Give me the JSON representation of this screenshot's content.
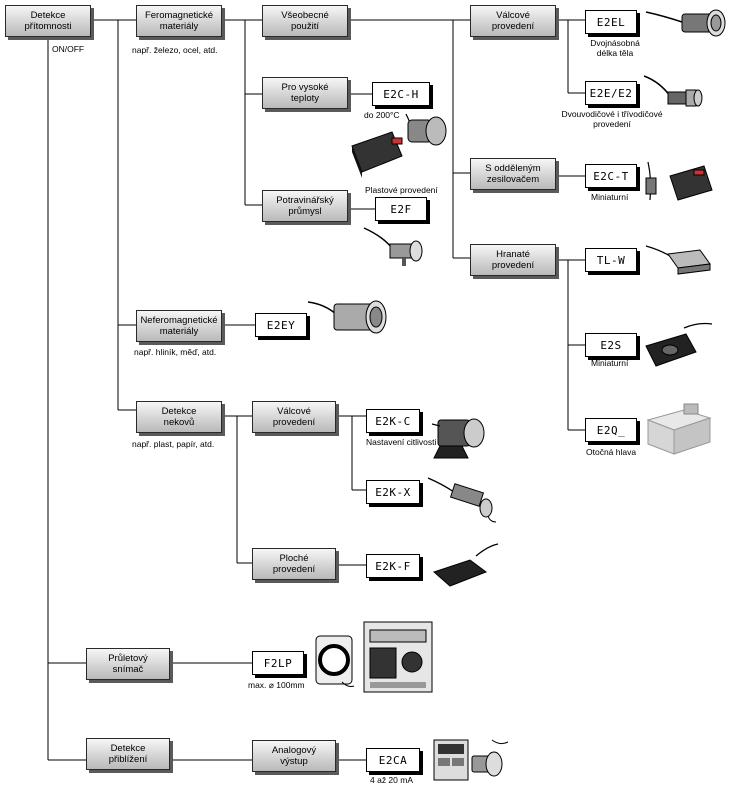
{
  "root": {
    "label": "Detekce\npřítomnosti",
    "mode": "ON/OFF"
  },
  "categories": {
    "ferro": {
      "label": "Feromagnetické\nmateriály",
      "note": "např. železo, ocel, atd."
    },
    "nonferro": {
      "label": "Neferomagnetické\nmateriály",
      "note": "např. hliník, měď, atd."
    },
    "nonmetal": {
      "label": "Detekce\nnekovů",
      "note": "např. plast, papír, atd."
    },
    "through": {
      "label": "Průletový\nsnímač"
    },
    "proximity": {
      "label": "Detekce\npřiblížení"
    }
  },
  "sub": {
    "general": "Všeobecné\npoužití",
    "hightemp": "Pro vysoké\nteploty",
    "food": "Potravinářský\nprůmysl",
    "cyl": "Válcové\nprovedení",
    "separate": "S odděleným\nzesilovačem",
    "square": "Hranaté\nprovedení",
    "nm_cyl": "Válcové\nprovedení",
    "nm_flat": "Ploché\nprovedení",
    "analog": "Analogový\nvýstup"
  },
  "models": {
    "e2el": {
      "code": "E2EL",
      "note": "Dvojnásobná\ndélka těla"
    },
    "e2e": {
      "code": "E2E/E2",
      "note": "Dvouvodičové i třívodičové\nprovedení"
    },
    "e2c_t": {
      "code": "E2C-T",
      "note": "Miniaturní"
    },
    "tl_w": {
      "code": "TL-W"
    },
    "e2s": {
      "code": "E2S",
      "note": "Miniaturní"
    },
    "e2q": {
      "code": "E2Q_",
      "note": "Otočná hlava"
    },
    "e2c_h": {
      "code": "E2C-H",
      "note": "do 200°C",
      "note2": "Plastové provedení"
    },
    "e2f": {
      "code": "E2F"
    },
    "e2ey": {
      "code": "E2EY"
    },
    "e2k_c": {
      "code": "E2K-C",
      "note": "Nastavení citlivosti"
    },
    "e2k_x": {
      "code": "E2K-X"
    },
    "e2k_f": {
      "code": "E2K-F"
    },
    "f2lp": {
      "code": "F2LP",
      "note": "max. ⌀ 100mm"
    },
    "e2ca": {
      "code": "E2CA",
      "note": "4 až 20 mA"
    }
  }
}
